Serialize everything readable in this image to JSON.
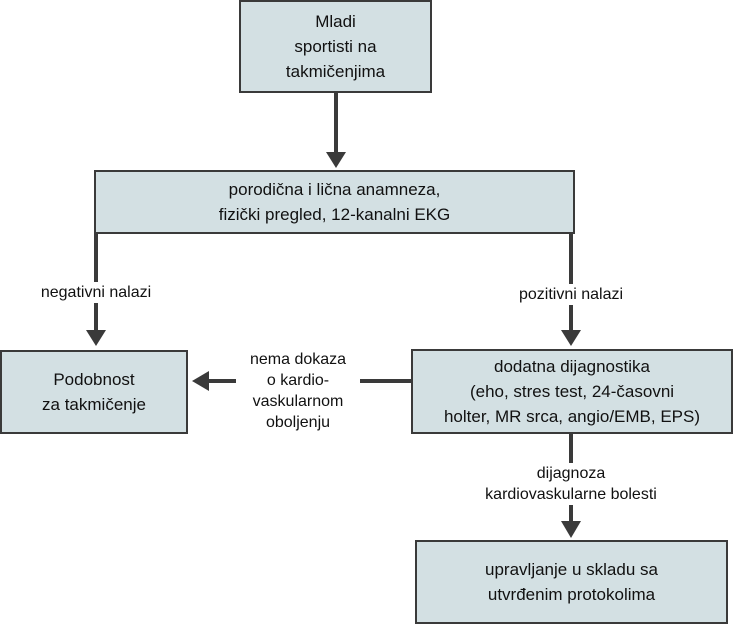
{
  "nodes": {
    "start": {
      "lines": [
        "Mladi",
        "sportisti na",
        "takmičenjima"
      ]
    },
    "screening": {
      "lines": [
        "porodična i lična anamneza,",
        "fizički pregled, 12-kanalni EKG"
      ]
    },
    "eligible": {
      "lines": [
        "Podobnost",
        "za takmičenje"
      ]
    },
    "diagnostics": {
      "lines": [
        "dodatna dijagnostika",
        "(eho, stres test, 24-časovni",
        "holter, MR srca, angio/EMB, EPS)"
      ]
    },
    "management": {
      "lines": [
        "upravljanje u skladu sa",
        "utvrđenim protokolima"
      ]
    }
  },
  "edge_labels": {
    "negative": {
      "lines": [
        "negativni nalazi"
      ]
    },
    "positive": {
      "lines": [
        "pozitivni nalazi"
      ]
    },
    "no_evidence": {
      "lines": [
        "nema dokaza",
        "o kardio-",
        "vaskularnom",
        "oboljenju"
      ]
    },
    "diagnosis": {
      "lines": [
        "dijagnoza",
        "kardiovaskularne bolesti"
      ]
    }
  },
  "colors": {
    "box_fill": "#d3e0e3",
    "stroke": "#3a3a3a"
  }
}
